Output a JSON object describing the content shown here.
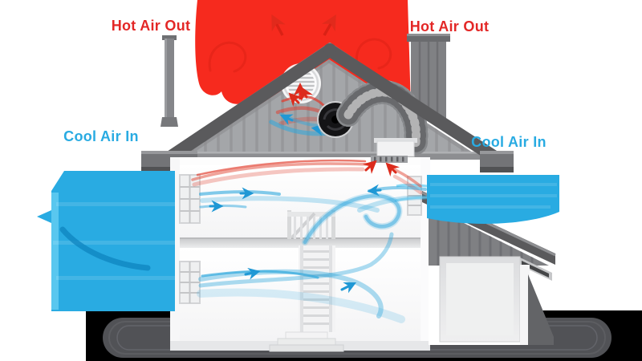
{
  "labels": {
    "hot_air_left": "Hot Air Out",
    "hot_air_right": "Hot Air Out",
    "cool_air_left": "Cool Air In",
    "cool_air_right": "Cool Air In"
  },
  "colors": {
    "hot_text": "#e32726",
    "hot_burst": "#f62a1e",
    "hot_stream": "#dc2b1c",
    "cool_text": "#29abe2",
    "cool_slab": "#29abe2",
    "cool_stream": "#1f98d5",
    "roof": "#5a5a5c",
    "siding": "#a4a6a9",
    "wall": "#ffffff",
    "ground_puddle": "#515256",
    "ground_shadow": "#000000",
    "duct_foil": "#c0c1c4"
  },
  "icons": {
    "gable_vent": "circular-louvered-vent",
    "attic_fan": "round-fan-intake",
    "flex_duct": "foil-flex-duct",
    "chimney": "boxed-chimney",
    "flue_pipe": "thin-flue-pipe",
    "red_arrows": "hot-airflow-arrows",
    "blue_arrows": "cool-airflow-arrows"
  }
}
